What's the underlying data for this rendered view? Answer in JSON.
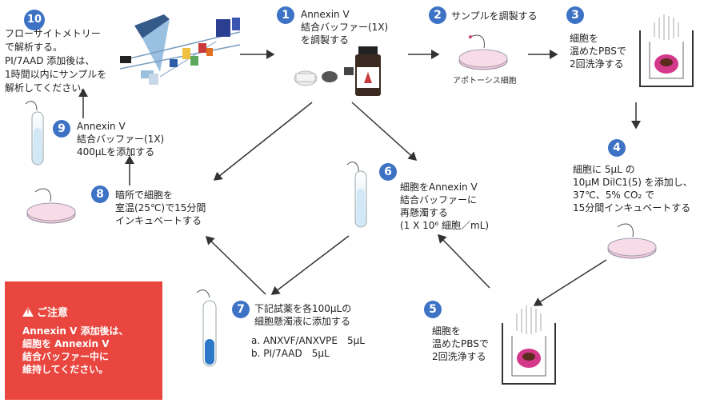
{
  "steps": [
    {
      "num": "1",
      "text": "Annexin V\n結合バッファー(1X)\nを調製する"
    },
    {
      "num": "2",
      "text": "サンプルを調製する",
      "caption": "アポトーシス細胞"
    },
    {
      "num": "3",
      "text": "細胞を\n温めたPBSで\n2回洗浄する"
    },
    {
      "num": "4",
      "text": "細胞に 5μL の\n10μM DilC1(5) を添加し、\n37℃、5% CO₂ で\n15分間インキュベートする"
    },
    {
      "num": "5",
      "text": "細胞を\n温めたPBSで\n2回洗浄する"
    },
    {
      "num": "6",
      "text": "細胞をAnnexin V\n結合バッファーに\n再懸濁する\n(1 X 10⁶ 細胞／mL)"
    },
    {
      "num": "7",
      "text": "下記試薬を各100μLの\n細胞懸濁液に添加する",
      "reagents": [
        "a. ANXVF/ANXVPE　5μL",
        "b. PI/7AAD　5μL"
      ]
    },
    {
      "num": "8",
      "text": "暗所で細胞を\n室温(25℃)で15分間\nインキュベートする"
    },
    {
      "num": "9",
      "text": "Annexin V\n結合バッファー(1X)\n400μLを添加する"
    },
    {
      "num": "10",
      "text": "フローサイトメトリー\nで解析する。\nPI/7AAD 添加後は、\n1時間以内にサンプルを\n解析してください。"
    }
  ],
  "notice": {
    "title": "ご注意",
    "body": "Annexin V 添加後は、\n細胞を Annexin V\n結合バッファー中に\n維持してください。"
  },
  "colors": {
    "accent": "#3d72c4",
    "notice_bg": "#e8463f",
    "arrow": "#333333",
    "dish": "#e7a6c3",
    "cell": "#7a2e52"
  }
}
